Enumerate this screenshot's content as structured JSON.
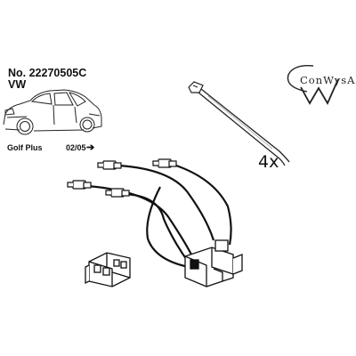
{
  "product": {
    "number": "No. 22270505C",
    "brand": "VW"
  },
  "vehicle": {
    "model": "Golf Plus",
    "year_from": "02/05",
    "year_arrow": "➔"
  },
  "logo": {
    "text": "ConWysAG",
    "monogram": "CW"
  },
  "parts": {
    "cable_tie_quantity": "4x"
  },
  "icons": [
    "car-illustration-icon",
    "cable-tie-icon",
    "wiring-harness-icon",
    "connector-plug-icon",
    "company-logo-icon"
  ]
}
